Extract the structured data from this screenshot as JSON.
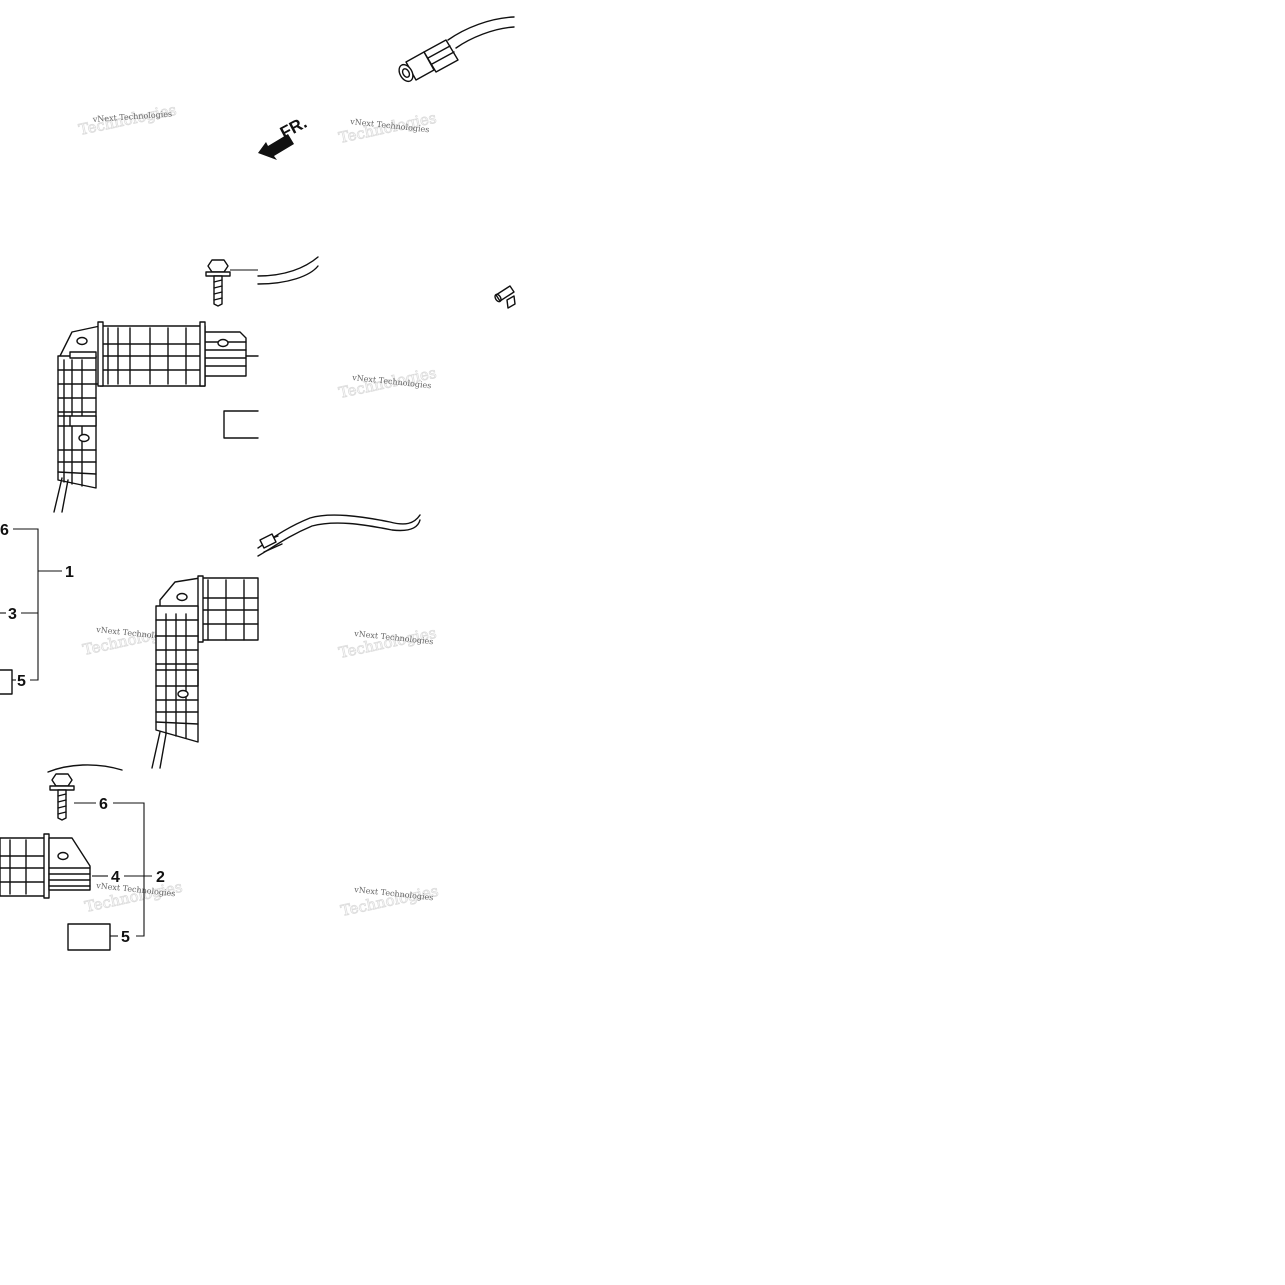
{
  "diagram": {
    "direction_label": "FR.",
    "callouts": {
      "group_1": {
        "parent": "1",
        "children": [
          "6",
          "3",
          "5"
        ]
      },
      "group_2": {
        "parent": "2",
        "children": [
          "6",
          "4",
          "5"
        ]
      }
    },
    "watermark": "vNext Technologies",
    "watermark_ghost": "Technologies"
  }
}
